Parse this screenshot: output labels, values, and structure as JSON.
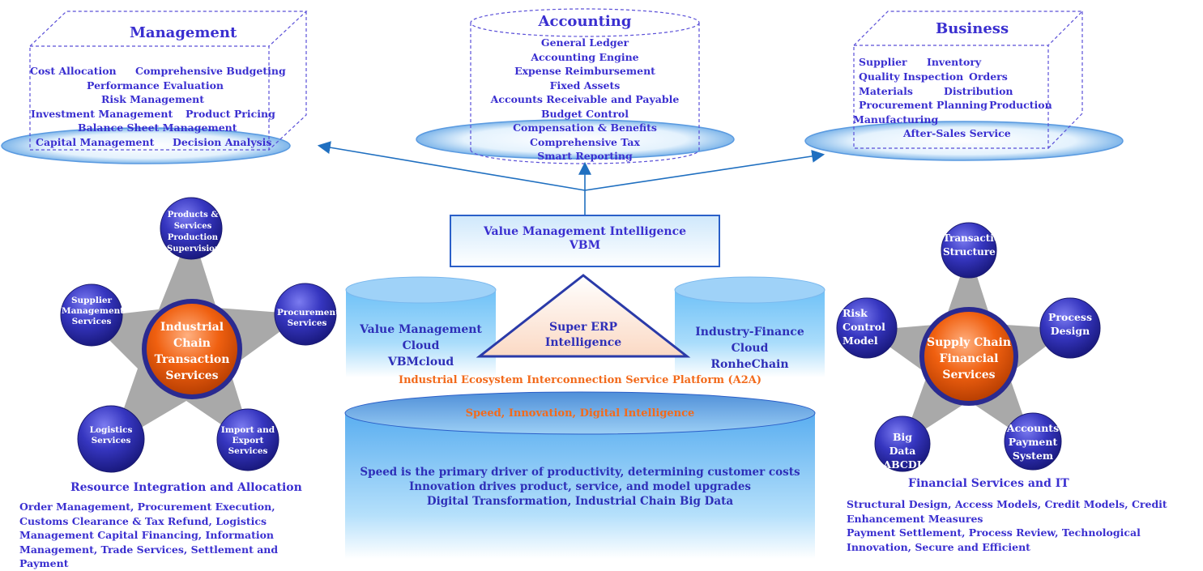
{
  "management": {
    "title": "Management",
    "rows": [
      [
        "Cost Allocation",
        "Comprehensive Budgeting"
      ],
      [
        "Performance Evaluation"
      ],
      [
        "Risk Management"
      ],
      [
        "Investment Management",
        "Product Pricing"
      ],
      [
        "Balance Sheet Management"
      ],
      [
        "Capital Management",
        "Decision Analysis"
      ]
    ]
  },
  "accounting": {
    "title": "Accounting",
    "items": [
      "General Ledger",
      "Accounting Engine",
      "Expense Reimbursement",
      "Fixed Assets",
      "Accounts Receivable and Payable",
      "Budget Control",
      "Compensation & Benefits",
      "Comprehensive Tax",
      "Smart Reporting"
    ]
  },
  "business": {
    "title": "Business",
    "rows": [
      [
        "Supplier",
        "Inventory"
      ],
      [
        "Quality Inspection",
        "Orders"
      ],
      [
        "Materials",
        "Distribution"
      ],
      [
        "Procurement Planning",
        "Production"
      ],
      [
        "Manufacturing"
      ],
      [
        "After-Sales Service"
      ]
    ]
  },
  "vbm": {
    "line1": "Value Management Intelligence",
    "line2": "VBM"
  },
  "vbm_cloud": {
    "line1": "Value Management",
    "line2": "Cloud",
    "line3": "VBMcloud"
  },
  "super_erp": {
    "line1": "Super ERP",
    "line2": "Intelligence"
  },
  "finance_cloud": {
    "line1": "Industry-Finance",
    "line2": "Cloud",
    "line3": "RonheChain"
  },
  "platform": {
    "label": "Industrial Ecosystem Interconnection Service Platform (A2A)"
  },
  "base": {
    "top_label": "Speed, Innovation, Digital Intelligence",
    "lines": [
      "Speed is the primary driver of productivity, determining customer costs",
      "Innovation drives product, service, and model upgrades",
      "Digital Transformation, Industrial Chain Big Data"
    ]
  },
  "industrial": {
    "center": "Industrial Chain Transaction Services",
    "sat_top": "Products & Services Production Supervision",
    "sat_left": "Supplier Management Services",
    "sat_right": "Procurement Services",
    "sat_bl": "Logistics Services",
    "sat_br": "Import and Export Services",
    "caption": "Resource Integration and Allocation",
    "desc": "Order Management, Procurement Execution, Customs Clearance & Tax Refund, Logistics Management Capital Financing, Information Management, Trade Services, Settlement and Payment"
  },
  "supply": {
    "center": "Supply Chain Financial Services",
    "sat_top": "Transaction Structure",
    "sat_left": "Risk Control Model",
    "sat_right": "Process Design",
    "sat_bl": "Big Data ABCDI",
    "sat_br": "Accounts Payment System",
    "caption": "Financial Services and IT",
    "desc1": "Structural Design, Access Models, Credit Models, Credit Enhancement Measures",
    "desc2": "Payment Settlement, Process Review, Technological Innovation, Secure and Efficient"
  },
  "colors": {
    "accent": "#3a2fd0",
    "orange": "#f26a1b",
    "blue": "#5ab0f0",
    "sphere_blue": "#3a3ac8"
  }
}
